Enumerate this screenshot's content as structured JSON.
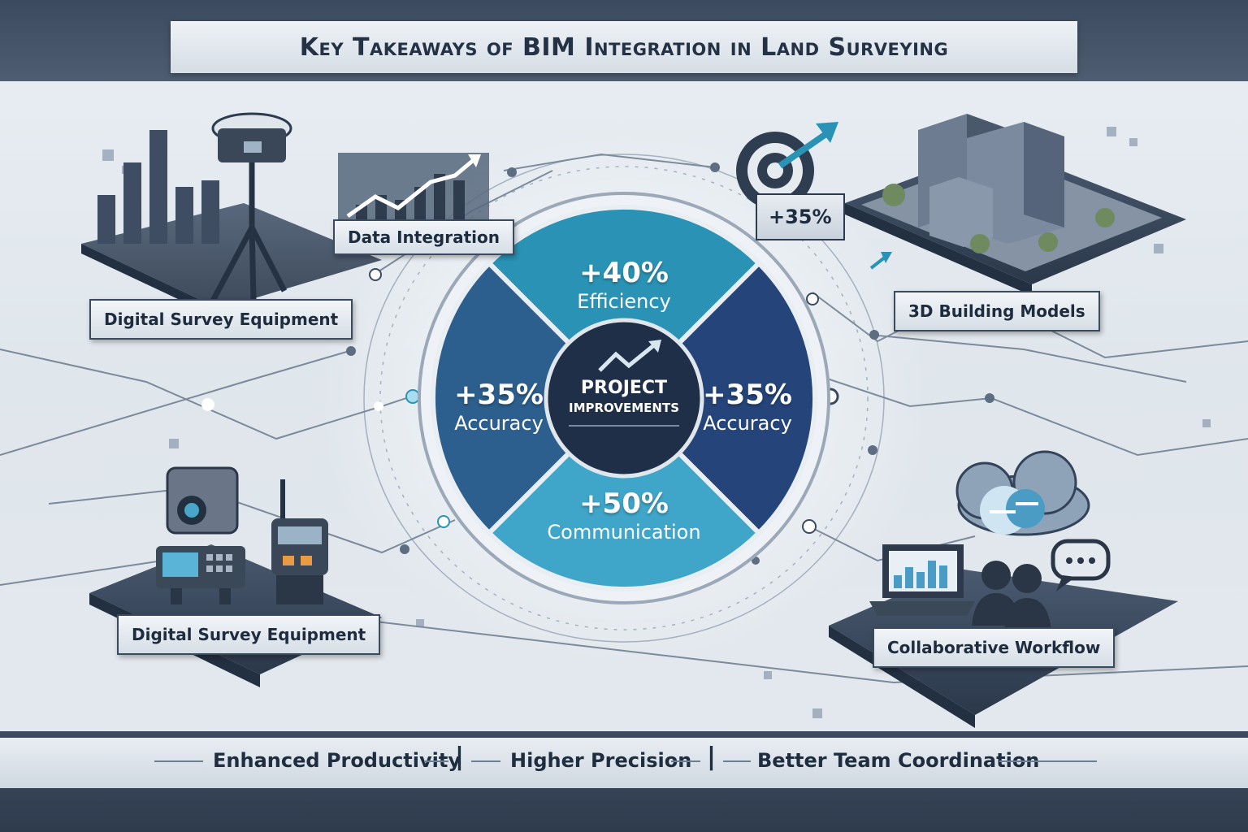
{
  "title": "Key Takeaways of BIM Integration in Land Surveying",
  "center": {
    "title_line1": "PROJECT",
    "title_line2": "IMPROVEMENTS",
    "segments": [
      {
        "value": "+40%",
        "label": "Efficiency"
      },
      {
        "value": "+35%",
        "label": "Accuracy"
      },
      {
        "value": "+35%",
        "label": "Accuracy"
      },
      {
        "value": "+50%",
        "label": "Communication"
      }
    ]
  },
  "callouts": {
    "top_left": "Digital Survey Equipment",
    "data_integration": "Data Integration",
    "top_right": "3D Building Models",
    "top_right_badge": "+35%",
    "bottom_left": "Digital Survey Equipment",
    "bottom_right": "Collaborative Workflow"
  },
  "footer": {
    "items": [
      "Enhanced Productivity",
      "Higher Precision",
      "Better Team Coordination"
    ],
    "separator": "|"
  },
  "colors": {
    "navy": "#1f3a63",
    "teal": "#2a93b5",
    "light_teal": "#3fa6c9",
    "dark_slate": "#3b4a5e"
  },
  "icons": [
    "gps-receiver-icon",
    "tripod-icon",
    "bar-chart-icon",
    "trend-arrow-icon",
    "target-icon",
    "building-icon",
    "total-station-icon",
    "radio-icon",
    "cloud-sync-icon",
    "laptop-icon",
    "people-icon",
    "chat-bubble-icon"
  ]
}
